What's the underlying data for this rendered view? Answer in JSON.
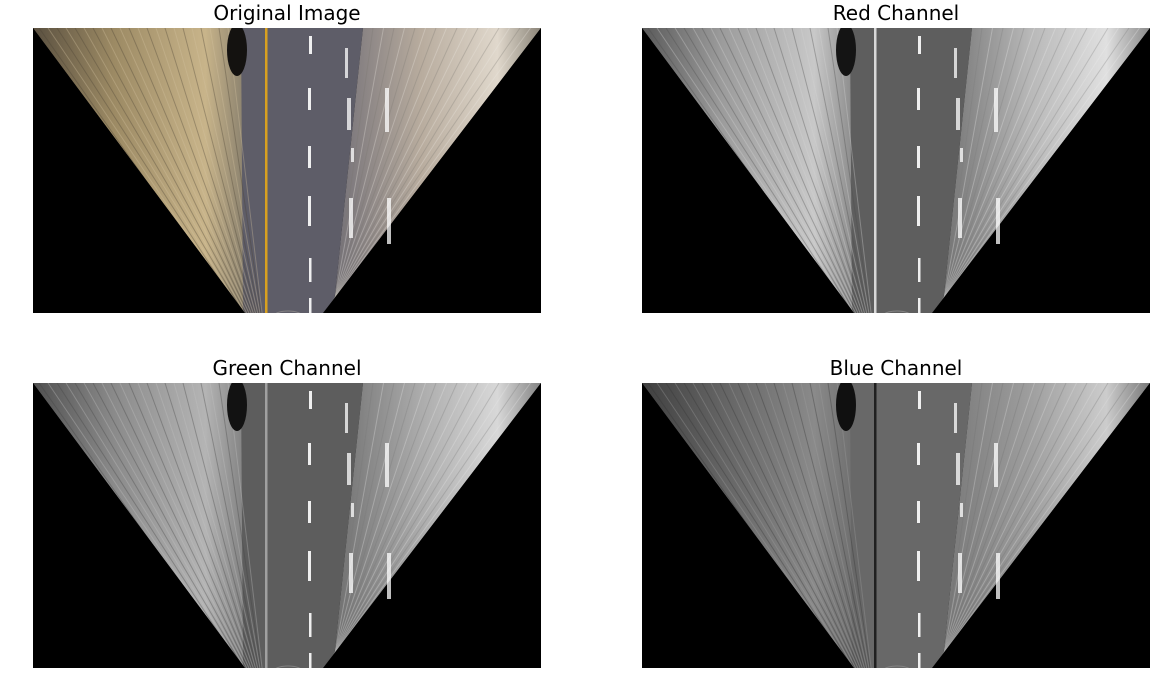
{
  "panels": [
    {
      "title": "Original Image",
      "mode": "color"
    },
    {
      "title": "Red Channel",
      "mode": "red"
    },
    {
      "title": "Green Channel",
      "mode": "green"
    },
    {
      "title": "Blue Channel",
      "mode": "blue"
    }
  ],
  "colors": {
    "background": "#000000",
    "road": "#5e5d68",
    "left_shoulder": "#9c8a64",
    "right_shoulder": "#b8ac9e",
    "center_line": "#d8a020",
    "lane_dash": "#ffffff"
  }
}
